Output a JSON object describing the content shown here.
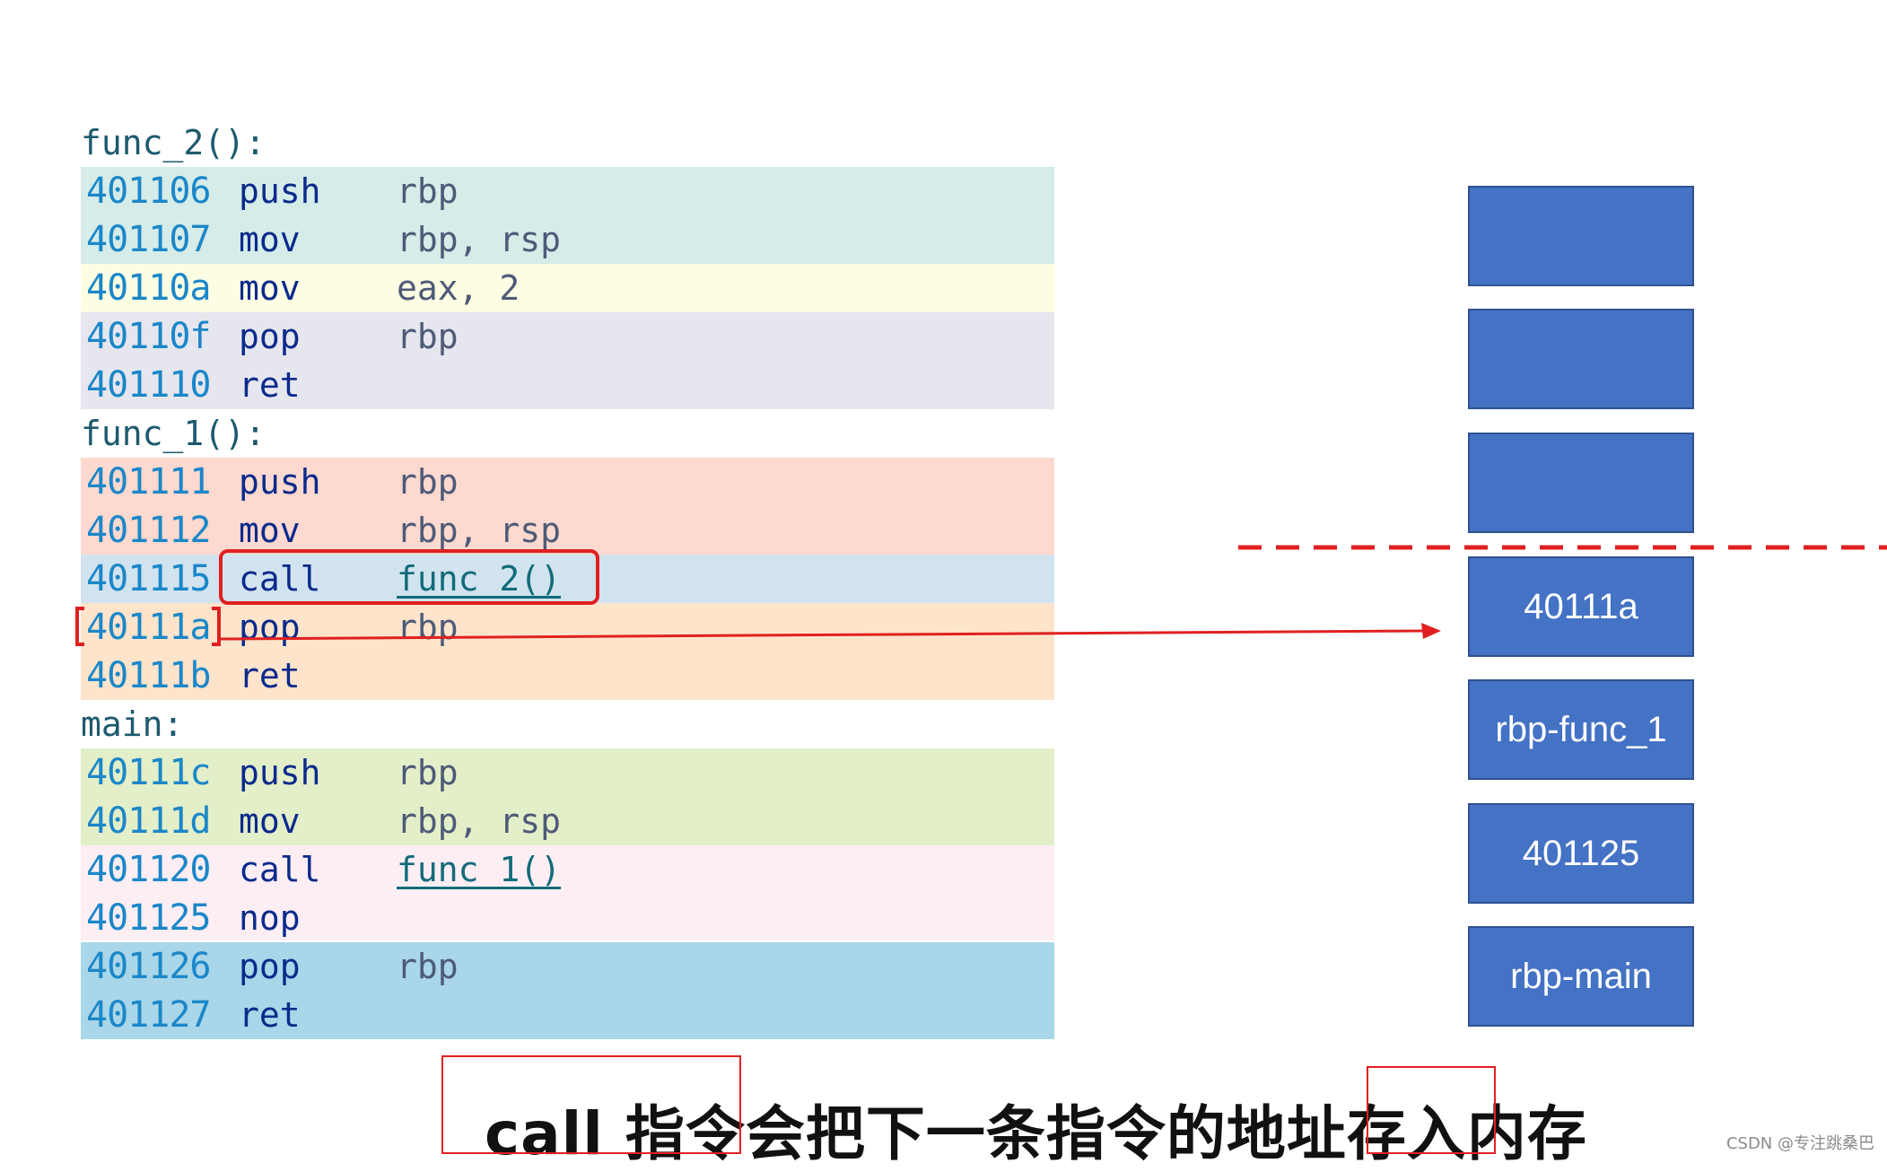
{
  "code": {
    "sections": [
      {
        "label": "func_2():",
        "rows": [
          {
            "addr": "401106",
            "mnem": "push",
            "oper": "rbp"
          },
          {
            "addr": "401107",
            "mnem": "mov",
            "oper": "rbp, rsp"
          },
          {
            "addr": "40110a",
            "mnem": "mov",
            "oper": "eax, 2"
          },
          {
            "addr": "40110f",
            "mnem": "pop",
            "oper": "rbp"
          },
          {
            "addr": "401110",
            "mnem": "ret",
            "oper": ""
          }
        ]
      },
      {
        "label": "func_1():",
        "rows": [
          {
            "addr": "401111",
            "mnem": "push",
            "oper": "rbp"
          },
          {
            "addr": "401112",
            "mnem": "mov",
            "oper": "rbp, rsp"
          },
          {
            "addr": "401115",
            "mnem": "call",
            "oper": "func_2()"
          },
          {
            "addr": "40111a",
            "mnem": "pop",
            "oper": "rbp"
          },
          {
            "addr": "40111b",
            "mnem": "ret",
            "oper": ""
          }
        ]
      },
      {
        "label": "main:",
        "rows": [
          {
            "addr": "40111c",
            "mnem": "push",
            "oper": "rbp"
          },
          {
            "addr": "40111d",
            "mnem": "mov",
            "oper": "rbp, rsp"
          },
          {
            "addr": "401120",
            "mnem": "call",
            "oper": "func_1()"
          },
          {
            "addr": "401125",
            "mnem": "nop",
            "oper": ""
          },
          {
            "addr": "401126",
            "mnem": "pop",
            "oper": "rbp"
          },
          {
            "addr": "401127",
            "mnem": "ret",
            "oper": ""
          }
        ]
      }
    ]
  },
  "stack": {
    "cells": [
      "",
      "",
      "",
      "40111a",
      "rbp-func_1",
      "401125",
      "rbp-main"
    ]
  },
  "caption": "call 指令会把下一条指令的地址存入内存",
  "watermark": "CSDN @专注跳桑巴",
  "colors": {
    "stack_fill": "#4472c4",
    "highlight_red": "#e02020",
    "divider_red": "#e02020"
  }
}
